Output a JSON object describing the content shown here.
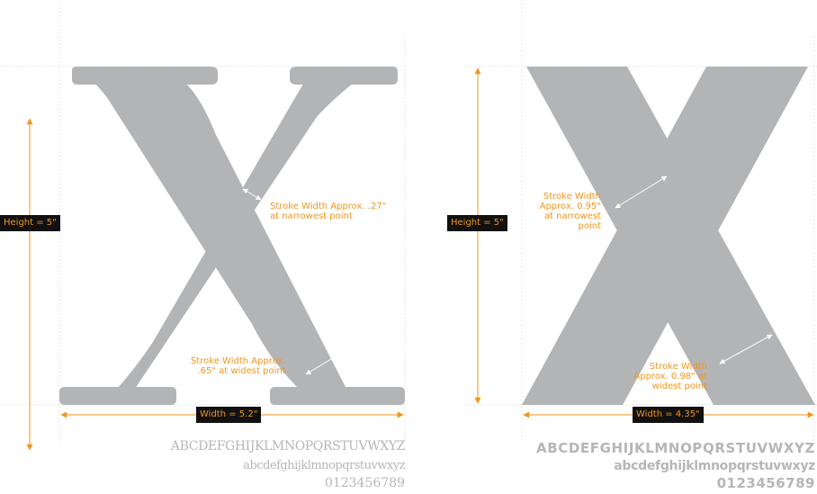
{
  "colors": {
    "glyph": "#b3b4b6",
    "accent": "#f0961e",
    "guide": "#e6e6e6",
    "label_bg": "#111111",
    "specimen": "#b5b6b8"
  },
  "serif_panel": {
    "height_label": "Height = 5\"",
    "width_label": "Width = 5.2\"",
    "narrow_note": [
      "Stroke Width Approx. .27\"",
      "at narrowest point"
    ],
    "wide_note": [
      "Stroke Width Approx.",
      ".65\" at widest point"
    ],
    "specimen": {
      "upper": "ABCDEFGHIJKLMNOPQRSTUVWXYZ",
      "lower": "abcdefghijklmnopqrstuvwxyz",
      "digits": "0123456789"
    }
  },
  "sans_panel": {
    "height_label": "Height = 5\"",
    "width_label": "Width = 4.35\"",
    "narrow_note": [
      "Stroke Width",
      "Approx. 0.95\"",
      "at narrowest",
      "point"
    ],
    "wide_note": [
      "Stroke Width",
      "Approx. 0.98\" at",
      "widest point"
    ],
    "specimen": {
      "upper": "ABCDEFGHIJKLMNOPQRSTUVWXYZ",
      "lower": "abcdefghijklmnopqrstuvwxyz",
      "digits": "0123456789"
    }
  }
}
